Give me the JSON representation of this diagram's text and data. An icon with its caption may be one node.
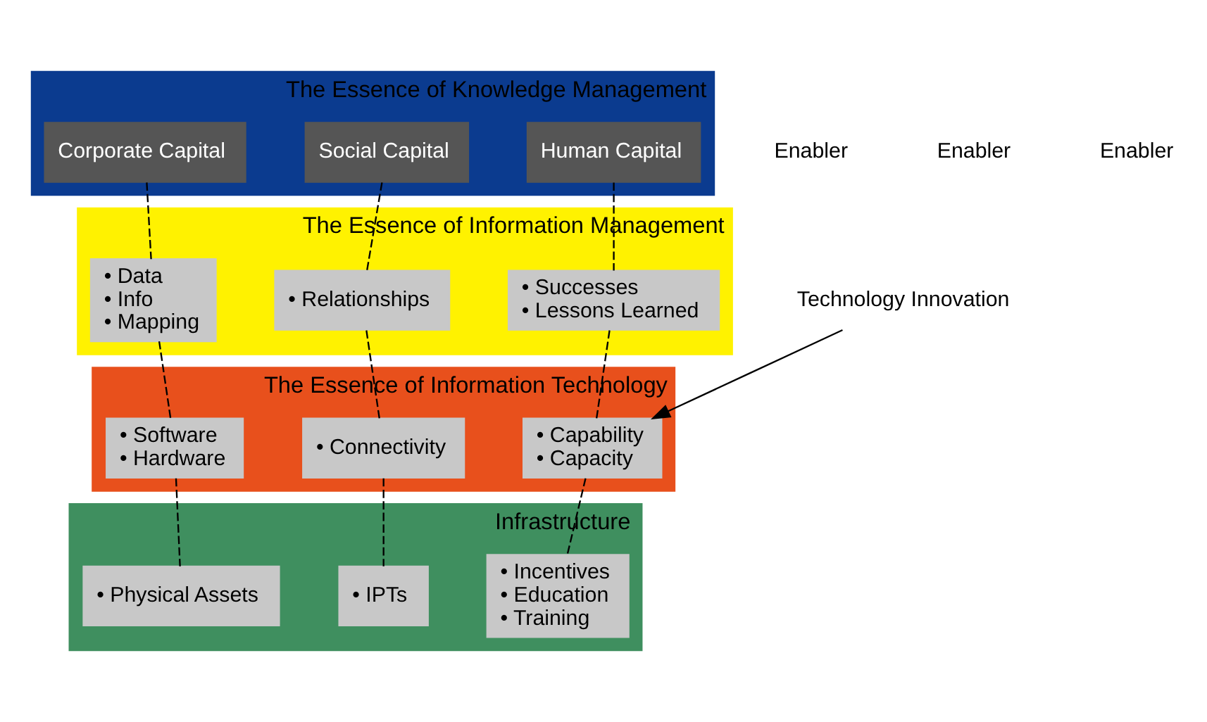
{
  "diagram": {
    "nodes": [
      {
        "text": [
          "The Essence of Knowledge Management"
        ]
      },
      {
        "text": [
          "Human Capital"
        ],
        "in": 0
      },
      {
        "text": [
          "Social Capital"
        ],
        "in": 0
      },
      {
        "text": [
          "Corporate Capital"
        ],
        "in": 0
      },
      {
        "text": [
          "The Essence of Information Management"
        ]
      },
      {
        "text": [
          "• Successes",
          "• Lessons Learned"
        ],
        "in": 4
      },
      {
        "text": [
          "• Relationships"
        ],
        "in": 4
      },
      {
        "text": [
          "• Data",
          "• Info",
          "• Mapping"
        ],
        "in": 4
      },
      {
        "text": [
          "The Essence of Information Technology"
        ]
      },
      {
        "text": [
          "• Capability",
          "• Capacity"
        ],
        "in": 8
      },
      {
        "text": [
          "• Connectivity"
        ],
        "in": 8
      },
      {
        "text": [
          "• Software",
          "• Hardware"
        ],
        "in": 8
      },
      {
        "text": [
          "Infrastructure"
        ]
      },
      {
        "text": [
          "• Incentives",
          "• Education",
          "• Training"
        ],
        "in": 12
      },
      {
        "text": [
          "• IPTs"
        ],
        "in": 12
      },
      {
        "text": [
          "• Physical Assets"
        ],
        "in": 12
      },
      {
        "text": [
          "Technology Innovation"
        ]
      }
    ],
    "edges": [
      {
        "from": 1,
        "to": 5,
        "arrow": "none",
        "style": "dashed"
      },
      {
        "from": 5,
        "to": 9,
        "arrow": "none",
        "style": "dashed"
      },
      {
        "from": 9,
        "to": 13,
        "arrow": "none",
        "style": "dashed"
      },
      {
        "from": 2,
        "to": 6,
        "arrow": "none",
        "style": "dashed"
      },
      {
        "from": 6,
        "to": 10,
        "arrow": "none",
        "style": "dashed"
      },
      {
        "from": 10,
        "to": 14,
        "arrow": "none",
        "style": "dashed"
      },
      {
        "from": 3,
        "to": 7,
        "arrow": "none",
        "style": "dashed"
      },
      {
        "from": 7,
        "to": 11,
        "arrow": "none",
        "style": "dashed"
      },
      {
        "from": 11,
        "to": 15,
        "arrow": "none",
        "style": "dashed"
      },
      {
        "from": 16,
        "to": 9,
        "arrow": "to"
      }
    ],
    "labels": [
      "Enabler",
      "Enabler",
      "Enabler"
    ]
  }
}
